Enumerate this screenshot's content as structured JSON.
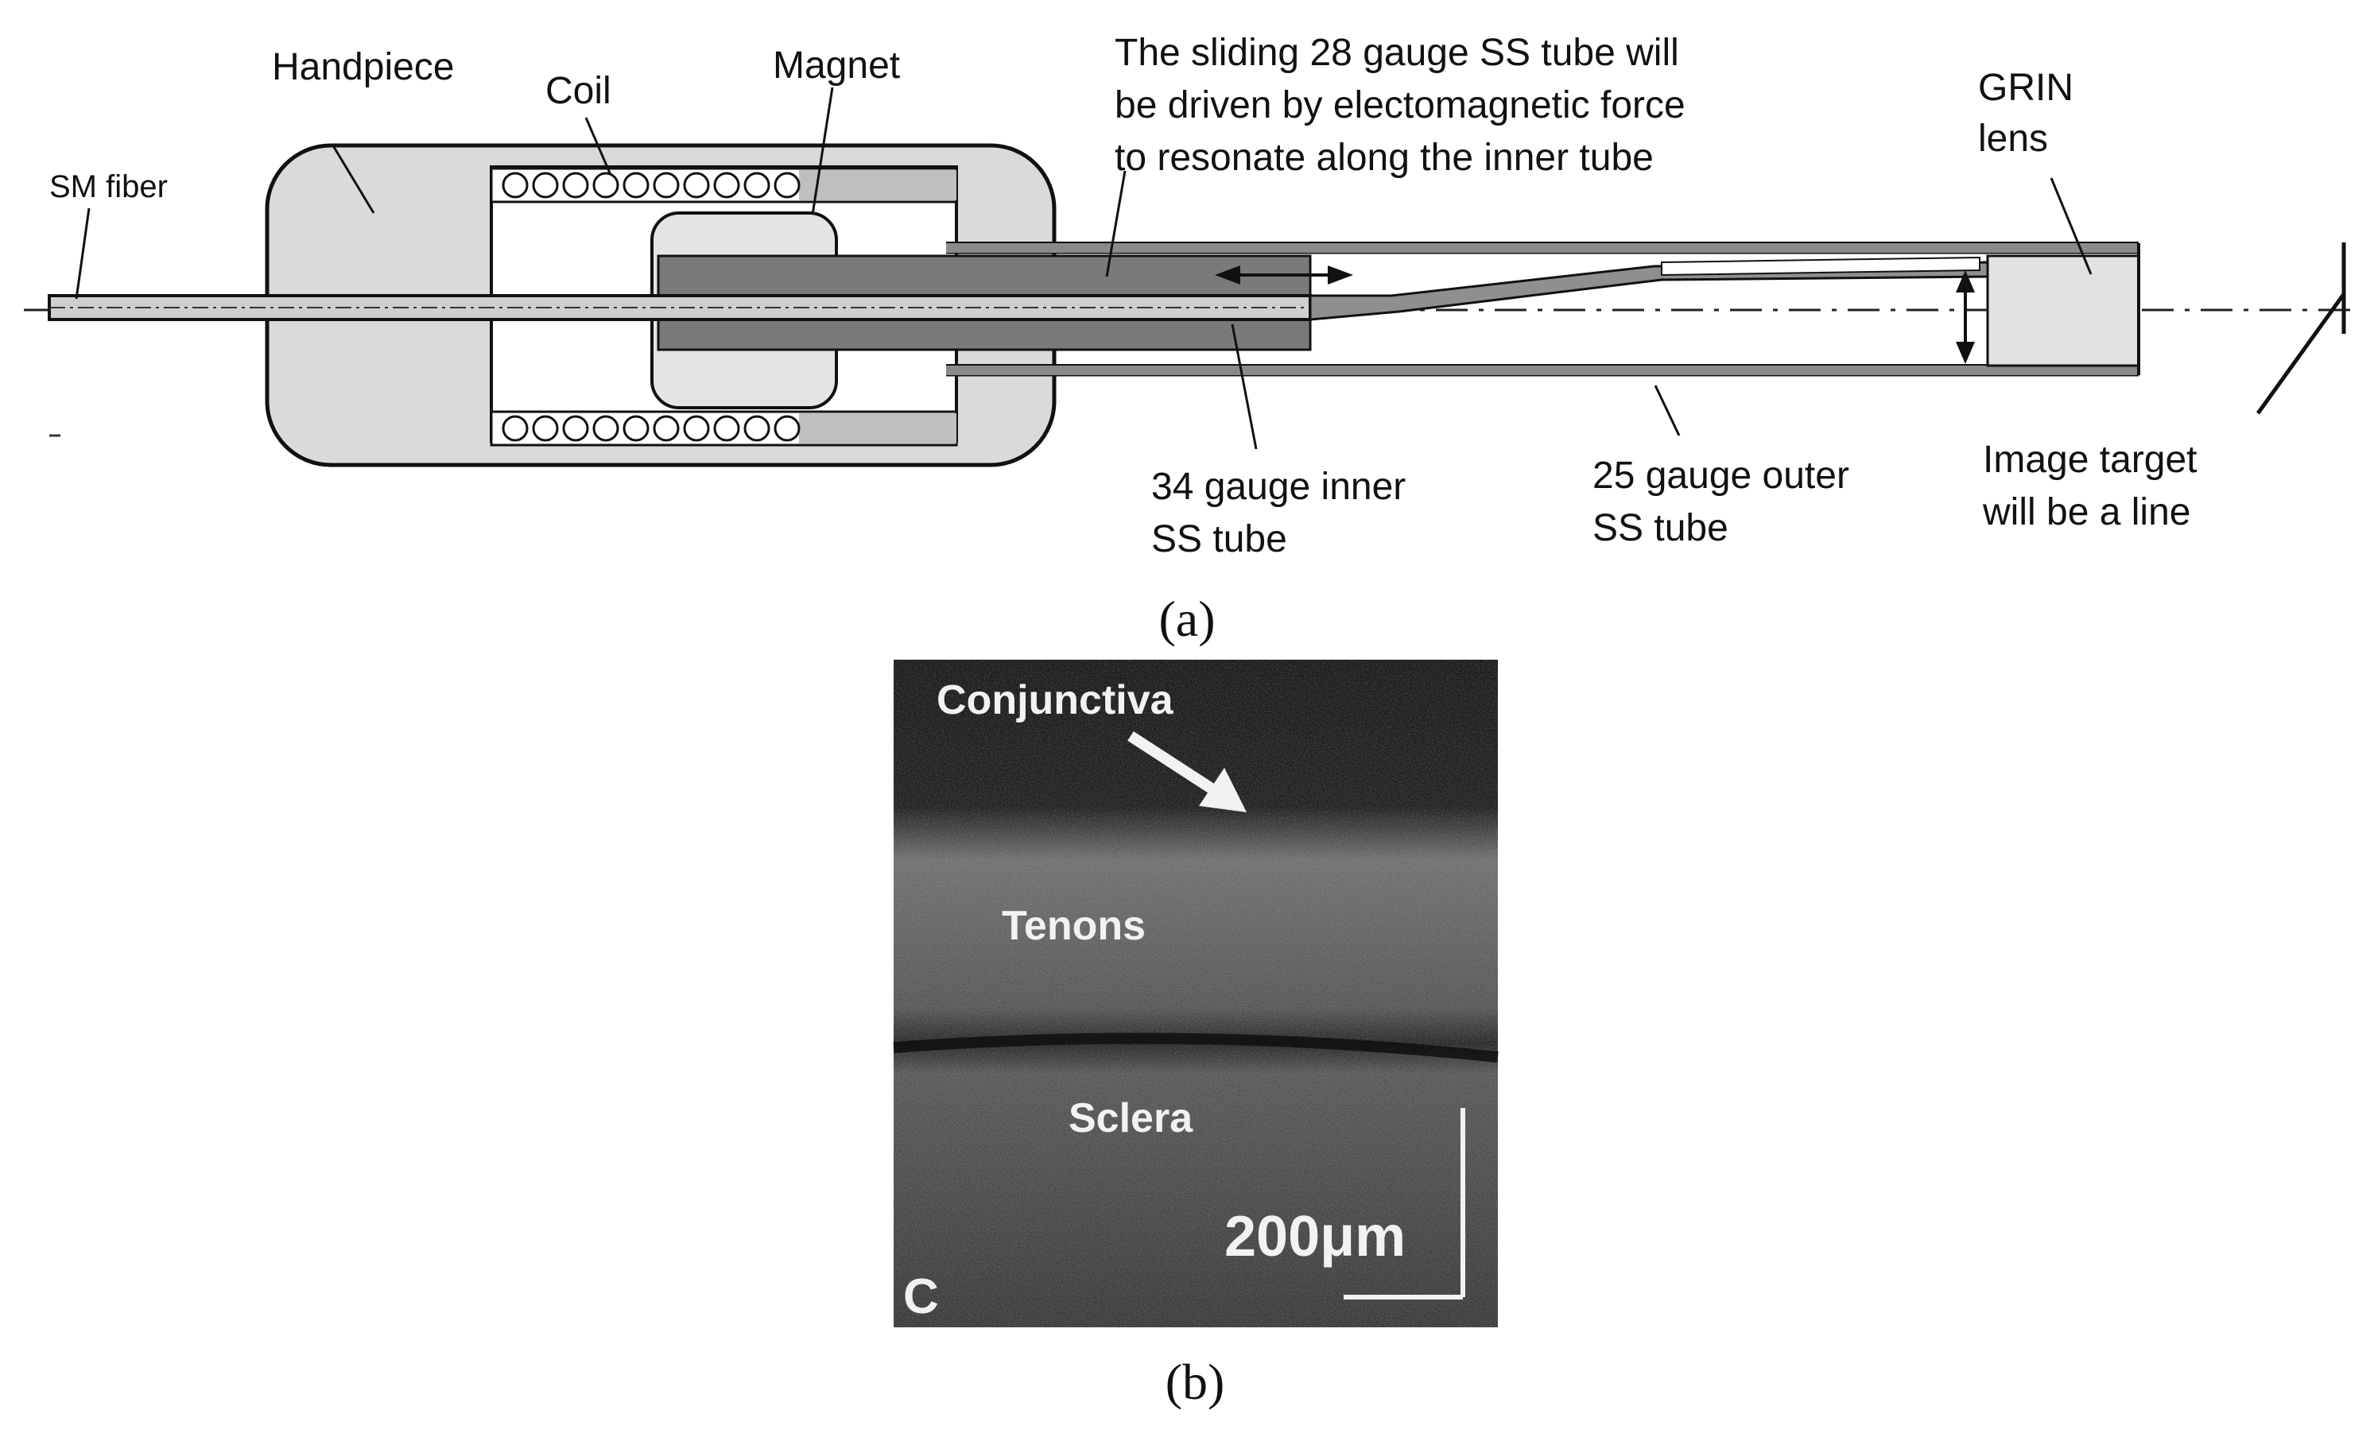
{
  "panel_a": {
    "caption": "(a)",
    "labels": {
      "sm_fiber": "SM fiber",
      "handpiece": "Handpiece",
      "coil": "Coil",
      "magnet": "Magnet",
      "sliding_note": [
        "The sliding 28 gauge SS tube will",
        "be driven by electomagnetic force",
        "to resonate along the inner tube"
      ],
      "grin_lens": [
        "GRIN",
        "lens"
      ],
      "inner_tube": [
        "34 gauge inner",
        "SS tube"
      ],
      "outer_tube": [
        "25 gauge outer",
        "SS tube"
      ],
      "image_target": [
        "Image target",
        "will be a line"
      ]
    }
  },
  "panel_b": {
    "caption": "(b)",
    "labels": {
      "conjunctiva": "Conjunctiva",
      "tenons": "Tenons",
      "sclera": "Sclera",
      "scale_bar": "200μm",
      "panel_letter": "C"
    }
  }
}
